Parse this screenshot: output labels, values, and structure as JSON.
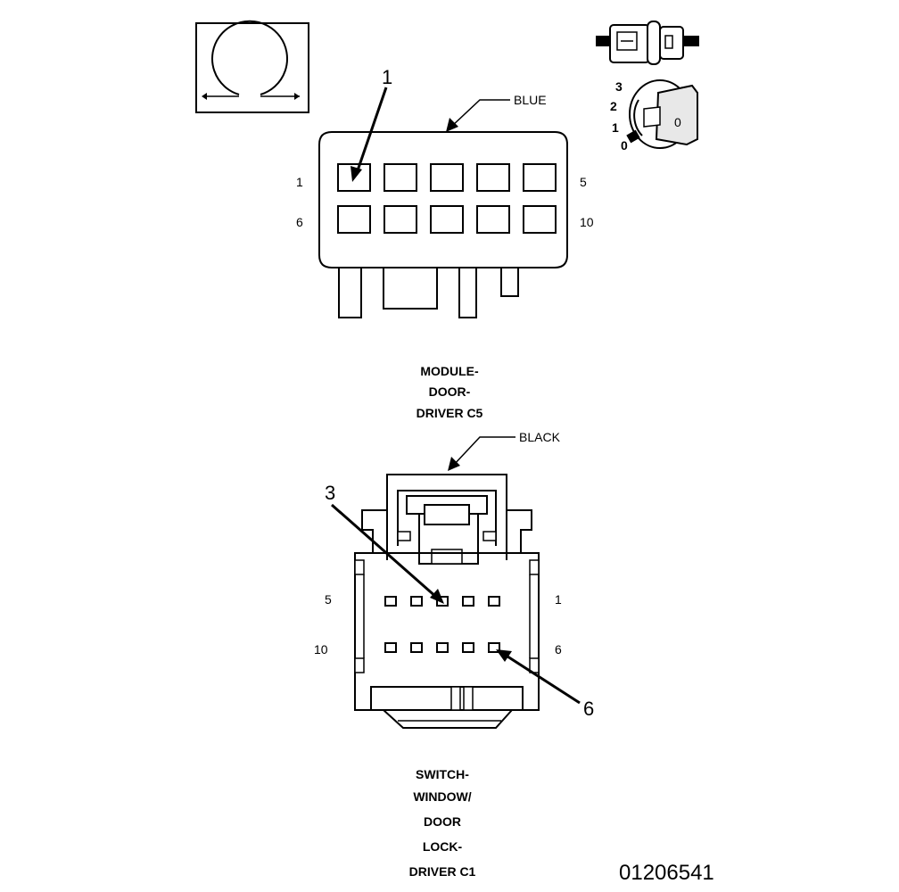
{
  "diagram": {
    "document_number": "01206541",
    "connector_c5": {
      "color_label": "BLUE",
      "name_lines": [
        "MODULE-",
        "DOOR-",
        "DRIVER C5"
      ],
      "pin_labels": {
        "top_left": "1",
        "top_right": "5",
        "bottom_left": "6",
        "bottom_right": "10"
      },
      "callout": "1"
    },
    "connector_c1": {
      "color_label": "BLACK",
      "name_lines": [
        "SWITCH-",
        "WINDOW/",
        "DOOR",
        "LOCK-",
        "DRIVER C1"
      ],
      "pin_labels": {
        "top_left": "5",
        "top_right": "1",
        "bottom_left": "10",
        "bottom_right": "6"
      },
      "callouts": [
        "3",
        "6"
      ]
    },
    "key_position_icon": {
      "positions": [
        "3",
        "2",
        "1",
        "0"
      ],
      "key_glyph": "0"
    },
    "icons": [
      "omega-view-icon",
      "connector-side-icon",
      "ignition-key-icon"
    ]
  }
}
